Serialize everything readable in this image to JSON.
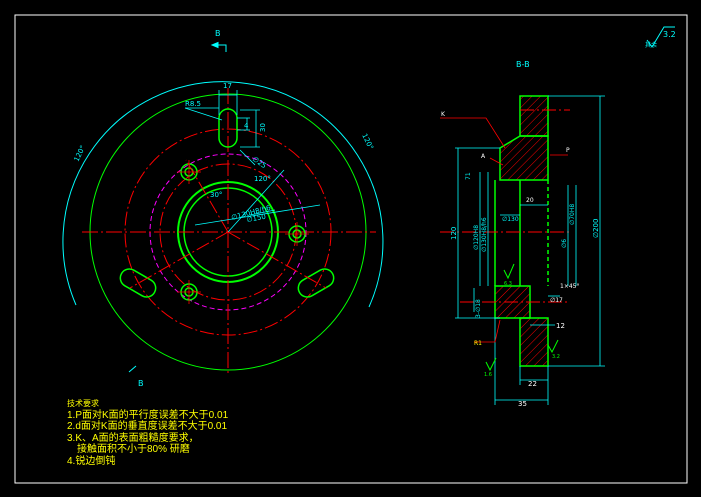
{
  "colors": {
    "background": "#000000",
    "frame": "#ffffff",
    "outline": "#00ff00",
    "outer_circle": "#00ffff",
    "center_line": "#ff0000",
    "hidden_circle": "#ff00ff",
    "dimension": "#00ffff",
    "leader": "#ff0000",
    "notes": "#ffff00",
    "hatch": "#ff0000"
  },
  "front_view": {
    "section_label_top": "B",
    "section_label_bottom": "B",
    "dim_slot_width": "17",
    "dim_slot_radius": "R8.5",
    "dim_slot_depth": "4",
    "dim_slot_height": "30",
    "dim_angle_left": "120°",
    "dim_angle_right": "120°",
    "dim_hole_dia": "∅25",
    "dim_angle_120": "120°",
    "dim_angle_30": "30°",
    "dim_bore": "∅130H8/h6",
    "dim_dia_150": "∅150"
  },
  "section_view": {
    "title": "B-B",
    "label_k": "K",
    "label_a": "A",
    "label_p": "P",
    "dim_20": "20",
    "dim_outer_dia": "∅200",
    "dim_height_120": "120",
    "dim_left_1": "∅120H8",
    "dim_left_2": "∅130H8/h6",
    "dim_mid_1": "∅130",
    "dim_right_1": "∅70H8",
    "dim_right_2": "∅6",
    "dim_71": "71",
    "dim_chamfer": "1×45°",
    "dim_17": "∅17",
    "dim_12": "12",
    "dim_22": "22",
    "dim_35": "35",
    "dim_left_small": "3-∅18",
    "label_r": "R1",
    "roughness_1": "6.3",
    "roughness_2": "3.2",
    "roughness_3": "1.6"
  },
  "roughness_corner": {
    "value": "3.2",
    "label": "其余"
  },
  "notes": {
    "title": "技术要求",
    "items": [
      "1.P面对K面的平行度误差不大于0.01",
      "2.d面对K面的垂直度误差不大于0.01",
      "3.K、A面的表面粗糙度要求，",
      "    接触面积不小于80% 研磨",
      "4.锐边倒钝"
    ]
  }
}
